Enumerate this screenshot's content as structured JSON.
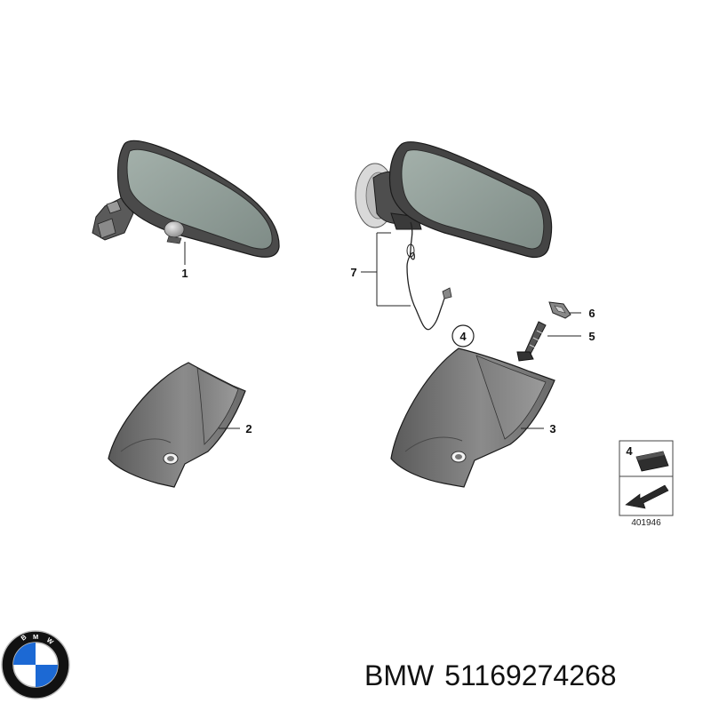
{
  "diagram": {
    "callouts": {
      "item_1": "1",
      "item_2": "2",
      "item_3": "3",
      "item_4": "4",
      "item_5": "5",
      "item_6": "6",
      "item_7": "7"
    },
    "legend_box": {
      "item_number": "4",
      "catalog_number": "401946"
    }
  },
  "caption": {
    "brand": "BMW",
    "part_number": "51169274268"
  },
  "logo": {
    "ring_text": "BMW",
    "colors": {
      "blue": "#1c69d4",
      "ring": "#111111",
      "white": "#ffffff"
    }
  },
  "colors": {
    "part_gray": "#6e6e6e",
    "part_dark": "#3e3e3e",
    "mirror_glass": "#8f9c97",
    "line": "#222222"
  }
}
